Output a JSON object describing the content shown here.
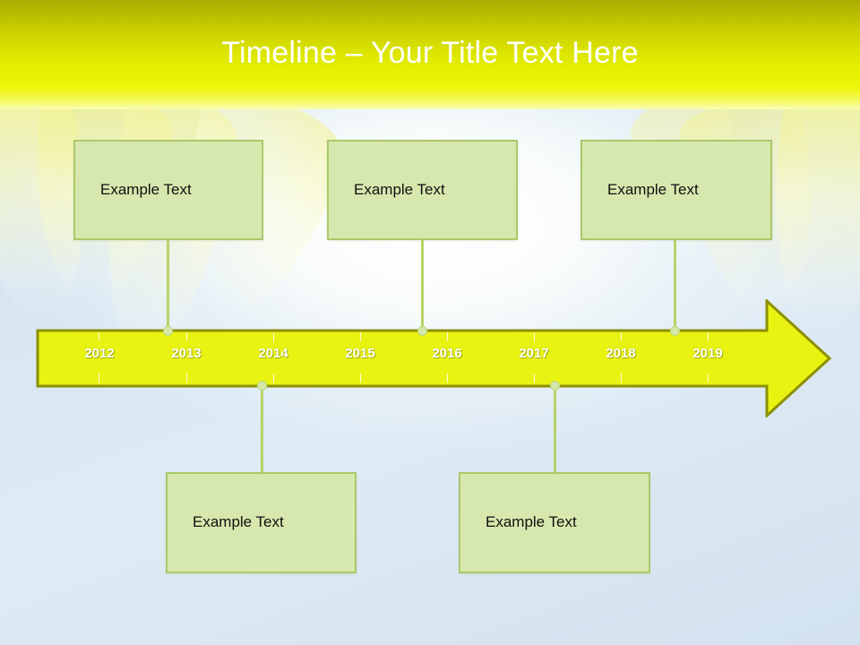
{
  "slide": {
    "title": "Timeline – Your Title Text Here",
    "background_color": "#d4e3f0",
    "banner_color_top": "#a8ad00",
    "banner_color_bottom": "#fafcb4"
  },
  "timeline": {
    "arrow_fill": "#e9f312",
    "arrow_border": "#8d9000",
    "years": [
      "2012",
      "2013",
      "2014",
      "2015",
      "2016",
      "2017",
      "2018",
      "2019"
    ],
    "tick_count": 9
  },
  "boxes": {
    "fill_color": "#d7e8ae",
    "border_color": "#aac96a",
    "above": [
      {
        "label": "Example Text",
        "year": "2013"
      },
      {
        "label": "Example Text",
        "year": "2016"
      },
      {
        "label": "Example Text",
        "year": "2019"
      }
    ],
    "below": [
      {
        "label": "Example Text",
        "year": "2014"
      },
      {
        "label": "Example Text",
        "year": "2017"
      }
    ]
  }
}
